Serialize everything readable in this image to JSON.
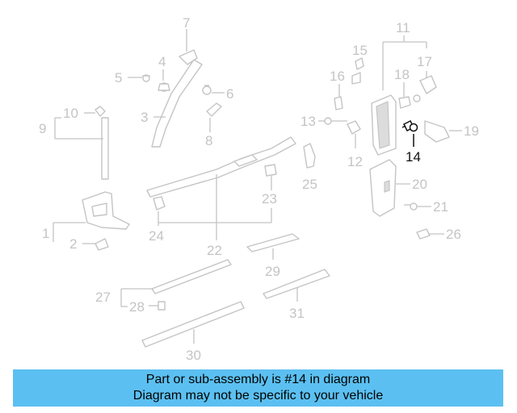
{
  "highlighted_part": "14",
  "labels": {
    "l1": "1",
    "l2": "2",
    "l3": "3",
    "l4": "4",
    "l5": "5",
    "l6": "6",
    "l7": "7",
    "l8": "8",
    "l9": "9",
    "l10": "10",
    "l11": "11",
    "l12": "12",
    "l13": "13",
    "l14": "14",
    "l15": "15",
    "l16": "16",
    "l17": "17",
    "l18": "18",
    "l19": "19",
    "l20": "20",
    "l21": "21",
    "l22": "22",
    "l23": "23",
    "l24": "24",
    "l25": "25",
    "l26": "26",
    "l27": "27",
    "l28": "28",
    "l29": "29",
    "l30": "30",
    "l31": "31"
  },
  "banner": {
    "line1": "Part or sub-assembly is #14 in diagram",
    "line2": "Diagram may not be specific to your vehicle"
  },
  "colors": {
    "banner_bg": "#5bc0f1",
    "diagram_line": "#c4c4c4",
    "highlight": "#111111"
  }
}
